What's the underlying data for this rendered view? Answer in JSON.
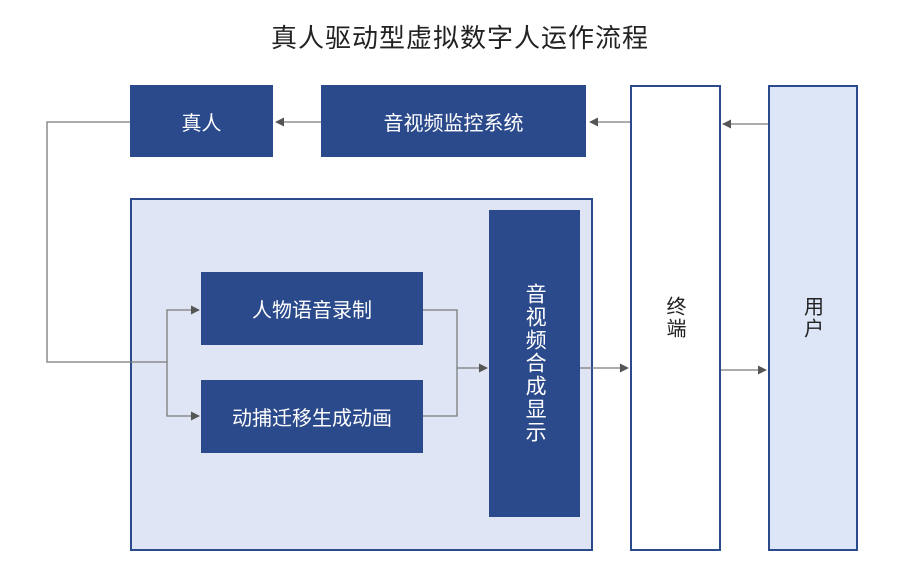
{
  "title": "真人驱动型虚拟数字人运作流程",
  "nodes": {
    "real_person": "真人",
    "av_monitor": "音视频监控系统",
    "voice_recording": "人物语音录制",
    "mocap_animation": "动捕迁移生成动画",
    "av_synthesis": "音视频合成显示",
    "terminal": "终端",
    "user": "用户"
  },
  "colors": {
    "box_dark": "#2b4a8b",
    "panel_bg": "#dfe5f4",
    "user_bg": "#dce6f6",
    "connector": "#7a7a7a"
  }
}
